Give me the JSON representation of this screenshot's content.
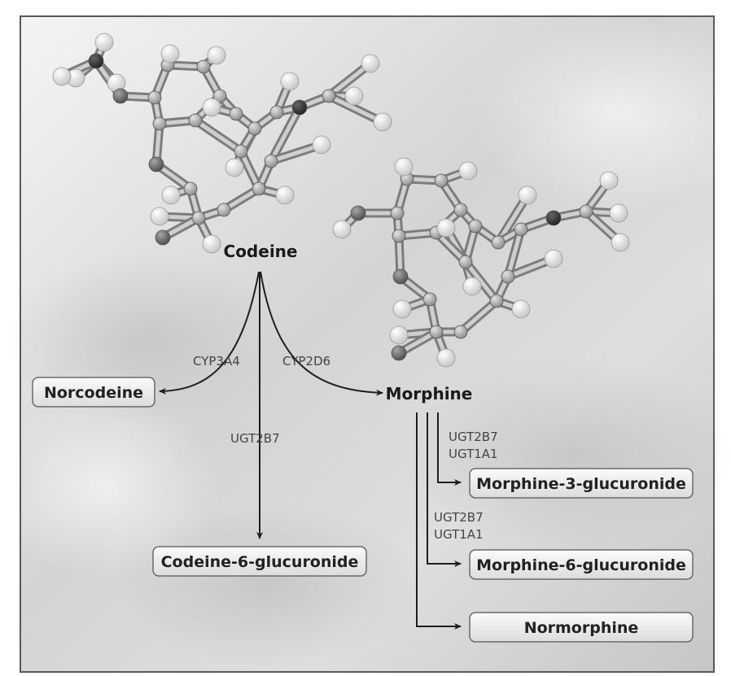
{
  "compounds": {
    "codeine": "Codeine",
    "morphine": "Morphine",
    "norcodeine": "Norcodeine",
    "codeine_6_glucuronide": "Codeine-6-glucuronide",
    "morphine_3_glucuronide": "Morphine-3-glucuronide",
    "morphine_6_glucuronide": "Morphine-6-glucuronide",
    "normorphine": "Normorphine"
  },
  "enzymes": {
    "codeine_to_norcodeine": "CYP3A4",
    "codeine_to_morphine": "CYP2D6",
    "codeine_to_c6g": "UGT2B7",
    "morphine_to_m3g": [
      "UGT2B7",
      "UGT1A1"
    ],
    "morphine_to_m6g": [
      "UGT2B7",
      "UGT1A1"
    ]
  },
  "colors": {
    "background_light": "#f3f3f3",
    "background_dark": "#c9c9c9",
    "arrow": "#1e1e1e",
    "box_fill": "#f1f1f1",
    "box_border": "#6a6a6a",
    "carbon_atom": "#a9a9a9",
    "hetero_atom": "#6e6e6e",
    "hydrogen_atom": "#f7f7f7"
  }
}
